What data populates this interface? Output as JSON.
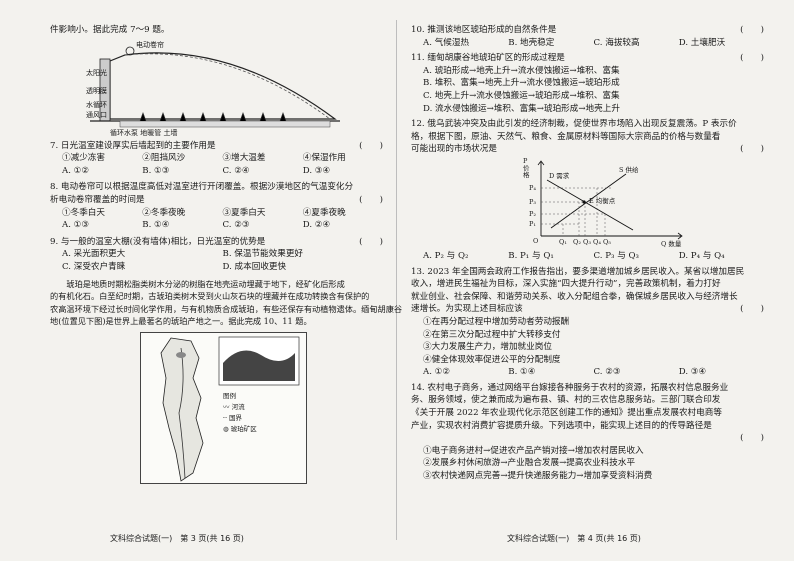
{
  "left": {
    "intro_tail": "件影响小。据此完成 7～9 题。",
    "greenhouse_labels": {
      "roller": "电动卷帘",
      "sun": "太阳光",
      "film": "透明膜",
      "water": "水循环",
      "vent": "通风口",
      "bottom": "循环水泵 地暖管 土墙"
    },
    "q7": {
      "stem": "7. 日光温室建设厚实后墙起到的主要作用是",
      "paren": "(　　)",
      "options": [
        "①减少冻害",
        "②阻挡风沙",
        "③增大温差",
        "④保湿作用"
      ],
      "choices": [
        "A. ①②",
        "B. ①③",
        "C. ②④",
        "D. ③④"
      ]
    },
    "q8": {
      "stem_1": "8. 电动卷帘可以根据温度高低对温室进行开闭覆盖。根据沙漠地区的气温变化分",
      "paren": "(　　)",
      "stem_2": "析电动卷帘覆盖的时间是",
      "options": [
        "①冬季白天",
        "②冬季夜晚",
        "③夏季白天",
        "④夏季夜晚"
      ],
      "choices": [
        "A. ①③",
        "B. ①④",
        "C. ②③",
        "D. ②④"
      ]
    },
    "q9": {
      "stem": "9. 与一般的温室大棚(没有墙体)相比，日光温室的优势是",
      "paren": "(　　)",
      "choices": [
        "A. 采光面积更大",
        "B. 保温节能效果更好",
        "C. 深受农户青睐",
        "D. 成本回收更快"
      ]
    },
    "passage": [
      "　　琥珀是地质时期松脂类树木分泌的树脂在地壳运动埋藏于地下，经矿化后形成",
      "的有机化石。白垩纪时期，古琥珀类树木受到火山灰石块的埋藏并在成功转换含有保护的",
      "农高温环境下经过长时间化学作用，与有机物质合成琥珀，有些还保存有动植物遗体。缅甸胡康谷",
      "地(位置见下图)是世界上最著名的琥珀产地之一。据此完成 10、11 题。"
    ],
    "map_legend": [
      "图例",
      "河流",
      "国界",
      "琥珀矿区"
    ],
    "footer": "文科综合试题(一)　第 3 页(共 16 页)"
  },
  "right": {
    "q10": {
      "stem": "10. 推测该地区琥珀形成的自然条件是",
      "paren": "(　　)",
      "choices": [
        "A. 气候湿热",
        "B. 地壳稳定",
        "C. 海拔较高",
        "D. 土壤肥沃"
      ]
    },
    "q11": {
      "stem": "11. 缅甸胡康谷地琥珀矿区的形成过程是",
      "paren": "(　　)",
      "choices": [
        "A. 琥珀形成→地壳上升→流水侵蚀搬运→堆积、富集",
        "B. 堆积、富集→地壳上升→流水侵蚀搬运→琥珀形成",
        "C. 地壳上升→流水侵蚀搬运→琥珀形成→堆积、富集",
        "D. 流水侵蚀搬运→堆积、富集→琥珀形成→地壳上升"
      ]
    },
    "q12": {
      "lines": [
        "12. 俄乌武装冲突及由此引发的经济制裁，促使世界市场陷入出现反复震荡。P 表示价",
        "格，根据下图，原油、天然气、粮食、金属原材料等国际大宗商品的价格与数量看",
        "可能出现的市场状况是"
      ],
      "paren": "(　　)",
      "choices": [
        "A. P₂ 与 Q₂",
        "B. P₁ 与 Q₁",
        "C. P₃ 与 Q₃",
        "D. P₄ 与 Q₄"
      ]
    },
    "chart": {
      "ylabel": "P 价格",
      "xlabel": "Q 数量",
      "demand": "D 需求",
      "supply": "S 供给",
      "equilibrium": "E 均衡点",
      "p_ticks": [
        "P₄",
        "P₃",
        "P₂",
        "P₁"
      ],
      "q_ticks": [
        "Q₁",
        "Q₂",
        "Q₃",
        "Q₄",
        "Q₅"
      ],
      "origin": "O"
    },
    "q13": {
      "lines": [
        "13. 2023 年全国两会政府工作报告指出，要多渠道增加城乡居民收入。某省以增加居民",
        "收入，增进民生福祉为目标，深入实施“四大提升行动”，完善政策机制，着力打好",
        "就业创业、社会保障、和谐劳动关系、收入分配组合拳，确保城乡居民收入与经济增长",
        "速增长。为实现上述目标应该"
      ],
      "paren": "(　　)",
      "options": [
        "①在再分配过程中增加劳动者劳动报酬",
        "②在第三次分配过程中扩大转移支付",
        "③大力发展生产力，增加就业岗位",
        "④健全体现效率促进公平的分配制度"
      ],
      "choices": [
        "A. ①②",
        "B. ①④",
        "C. ②③",
        "D. ③④"
      ]
    },
    "q14": {
      "lines": [
        "14. 农村电子商务，通过网络平台嫁接各种服务于农村的资源，拓展农村信息服务业",
        "务、服务领域，使之兼而成为遍布县、镇、村的三农信息服务站。三部门联合印发",
        "《关于开展 2022 年农业现代化示范区创建工作的通知》提出重点发展农村电商等",
        "产业，实现农村消费扩容提质升级。下列选项中，能实现上述目的的传导路径是"
      ],
      "paren": "(　　)",
      "options": [
        "①电子商务进村→促进农产品产销对接→增加农村居民收入",
        "②发展乡村休闲旅游→产业融合发展→提高农业科技水平",
        "③农村快递网点完善→提升快递服务能力→增加享受资料消费"
      ]
    },
    "footer": "文科综合试题(一)　第 4 页(共 16 页)"
  }
}
